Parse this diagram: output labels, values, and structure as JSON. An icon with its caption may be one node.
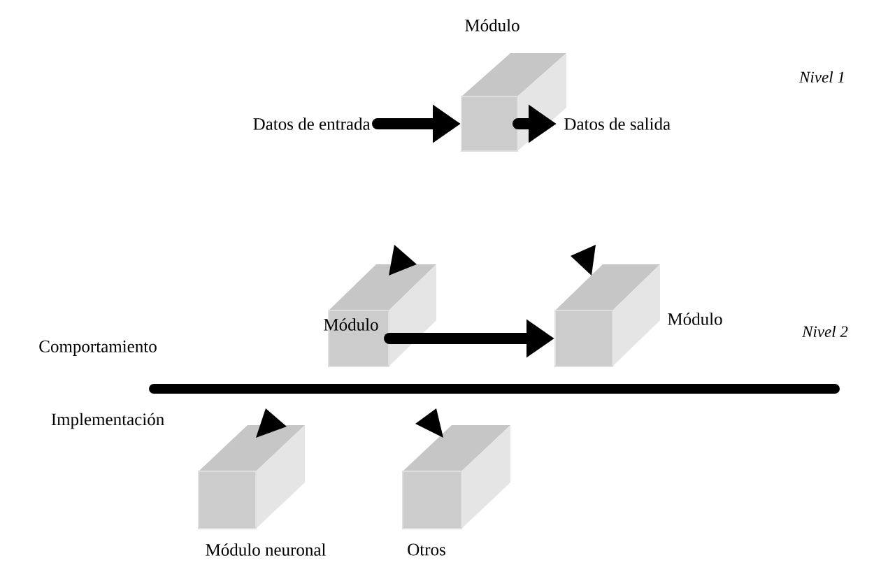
{
  "diagram": {
    "nodes": [
      {
        "text": [
          "Datos de entrada"
        ]
      },
      {
        "text": [
          "Módulo"
        ]
      },
      {
        "text": [
          "Datos de salida"
        ]
      },
      {
        "text": [
          "Módulo"
        ]
      },
      {
        "text": [
          "Módulo"
        ]
      },
      {
        "text": [
          "Módulo neuronal"
        ]
      },
      {
        "text": [
          "Otros"
        ]
      }
    ],
    "edges": [
      {
        "from": 0,
        "to": 1,
        "arrow": "to"
      },
      {
        "from": 1,
        "to": 2,
        "arrow": "to"
      },
      {
        "from": 3,
        "to": 4,
        "arrow": "to"
      }
    ],
    "labels": [
      "Nivel 1",
      "Nivel 2",
      "Comportamiento",
      "Implementación"
    ]
  }
}
